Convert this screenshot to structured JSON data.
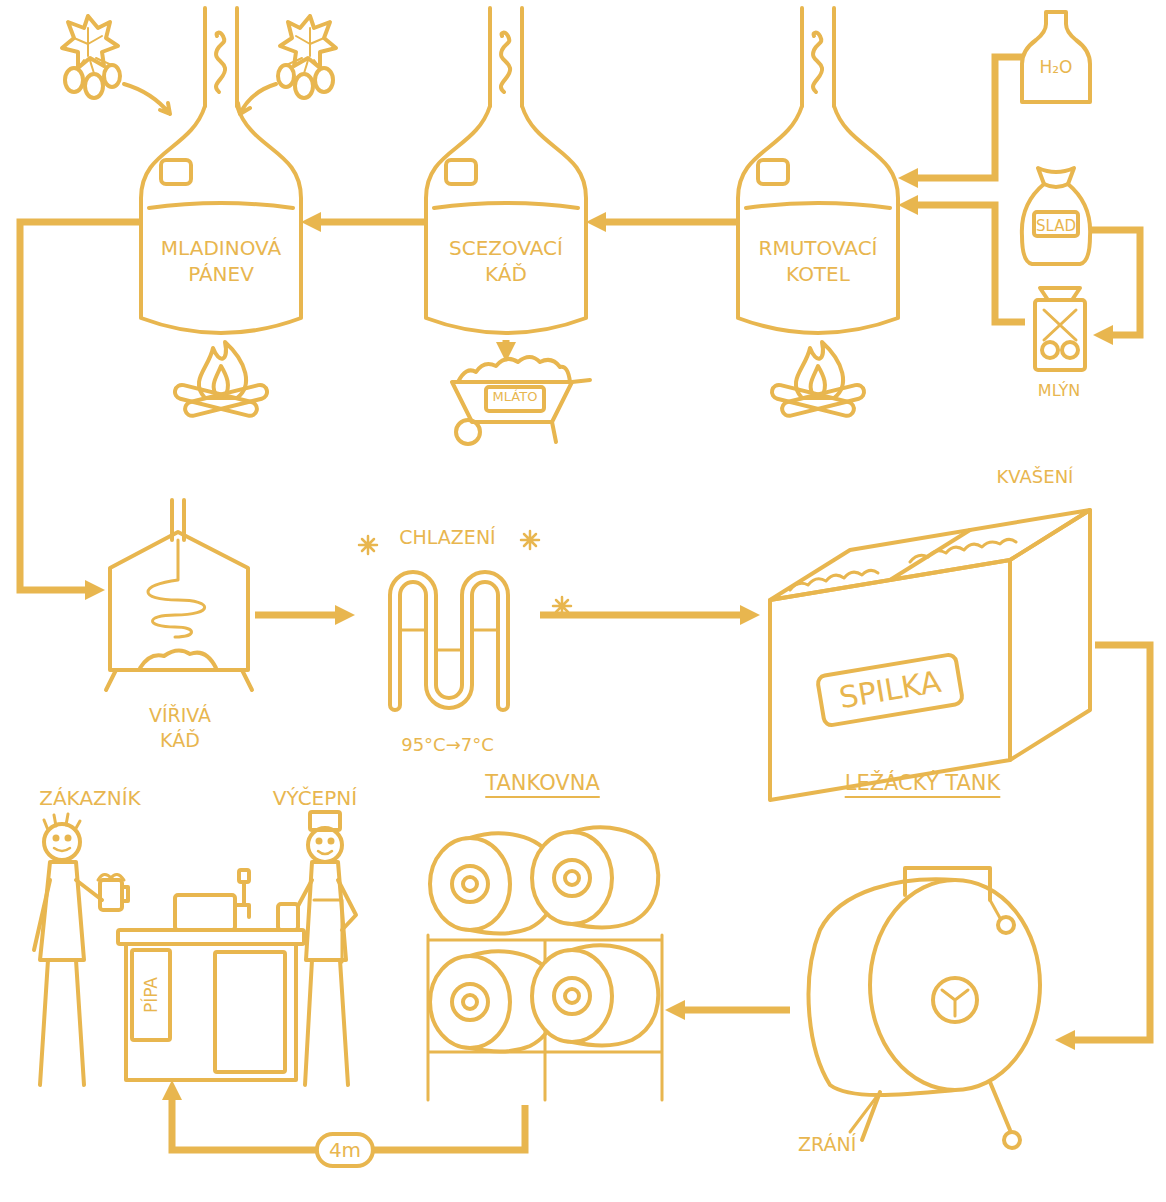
{
  "diagram": {
    "nodes": [
      {
        "text": [
          "MLADINOVÁ PÁNEV"
        ]
      },
      {
        "text": [
          "SCEZOVACÍ KÁĎ"
        ]
      },
      {
        "text": [
          "RMUTOVACÍ KOTEL"
        ]
      },
      {
        "text": [
          "H₂O"
        ]
      },
      {
        "text": [
          "SLAD"
        ]
      },
      {
        "text": [
          "MLÁTO"
        ]
      },
      {
        "text": [
          "MLÝN"
        ]
      },
      {
        "text": [
          "VÍŘIVÁ KÁĎ"
        ]
      },
      {
        "text": [
          "CHLAZENÍ",
          "95°C→7°C"
        ]
      },
      {
        "text": [
          "KVAŠENÍ",
          "SPILKA"
        ]
      },
      {
        "text": [
          "PÍPA"
        ]
      },
      {
        "text": [
          "TANKOVNA"
        ]
      },
      {
        "text": [
          "LEŽÁCKÝ TANK",
          "ZRÁNÍ"
        ]
      }
    ],
    "edges": [
      {
        "from": 3,
        "to": 2,
        "arrow": "to"
      },
      {
        "from": 4,
        "to": 6,
        "arrow": "to"
      },
      {
        "from": 6,
        "to": 2,
        "arrow": "to"
      },
      {
        "from": 2,
        "to": 1,
        "arrow": "to"
      },
      {
        "from": 1,
        "to": 5,
        "arrow": "to"
      },
      {
        "from": 1,
        "to": 0,
        "arrow": "to"
      },
      {
        "from": 0,
        "to": 7,
        "arrow": "to"
      },
      {
        "from": 7,
        "to": 8,
        "arrow": "to"
      },
      {
        "from": 8,
        "to": 9,
        "arrow": "to"
      },
      {
        "from": 9,
        "to": 12,
        "arrow": "to"
      },
      {
        "from": 12,
        "to": 11,
        "arrow": "to"
      },
      {
        "from": 11,
        "to": 10,
        "arrow": "to",
        "label": "4m"
      }
    ],
    "labels": [
      "ZÁKAZNÍK",
      "VÝČEPNÍ"
    ]
  }
}
